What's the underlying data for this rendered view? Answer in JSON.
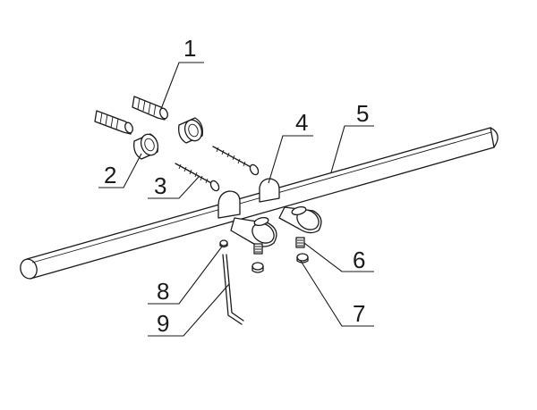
{
  "figure": {
    "type": "exploded-assembly-drawing",
    "callouts": [
      {
        "id": "1",
        "label": "1",
        "part": "wall-plug-anchor"
      },
      {
        "id": "2",
        "label": "2",
        "part": "spacer-sleeve"
      },
      {
        "id": "3",
        "label": "3",
        "part": "wood-screw"
      },
      {
        "id": "4",
        "label": "4",
        "part": "bracket-collar"
      },
      {
        "id": "5",
        "label": "5",
        "part": "rail-tube"
      },
      {
        "id": "6",
        "label": "6",
        "part": "set-screw"
      },
      {
        "id": "7",
        "label": "7",
        "part": "screw-cap"
      },
      {
        "id": "8",
        "label": "8",
        "part": "small-cap"
      },
      {
        "id": "9",
        "label": "9",
        "part": "allen-key"
      }
    ]
  }
}
